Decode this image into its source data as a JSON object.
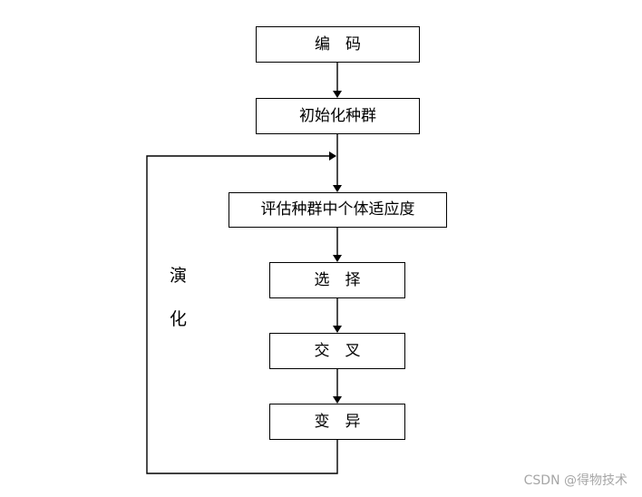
{
  "flowchart": {
    "steps": [
      {
        "id": "encode",
        "label": "编　码"
      },
      {
        "id": "init",
        "label": "初始化种群"
      },
      {
        "id": "evaluate",
        "label": "评估种群中个体适应度"
      },
      {
        "id": "select",
        "label": "选　择"
      },
      {
        "id": "cross",
        "label": "交　叉"
      },
      {
        "id": "mutate",
        "label": "变　异"
      }
    ],
    "loop_label": [
      "演",
      "化"
    ]
  },
  "watermark": "CSDN @得物技术"
}
